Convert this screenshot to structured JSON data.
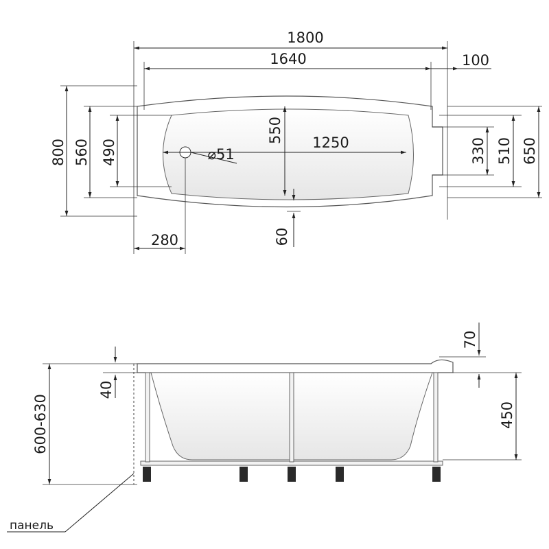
{
  "dimensions": {
    "length_outer": "1800",
    "length_inner": "1640",
    "offset_right": "100",
    "width_outer": "800",
    "width_560": "560",
    "width_490": "490",
    "inner_width": "550",
    "inner_length": "1250",
    "drain_diameter": "⌀51",
    "drain_offset": "280",
    "rim_60": "60",
    "depth_330": "330",
    "depth_510": "510",
    "depth_650": "650",
    "height_total": "600-630",
    "rim_40": "40",
    "rim_70": "70",
    "height_450": "450"
  },
  "labels": {
    "panel": "панель"
  }
}
